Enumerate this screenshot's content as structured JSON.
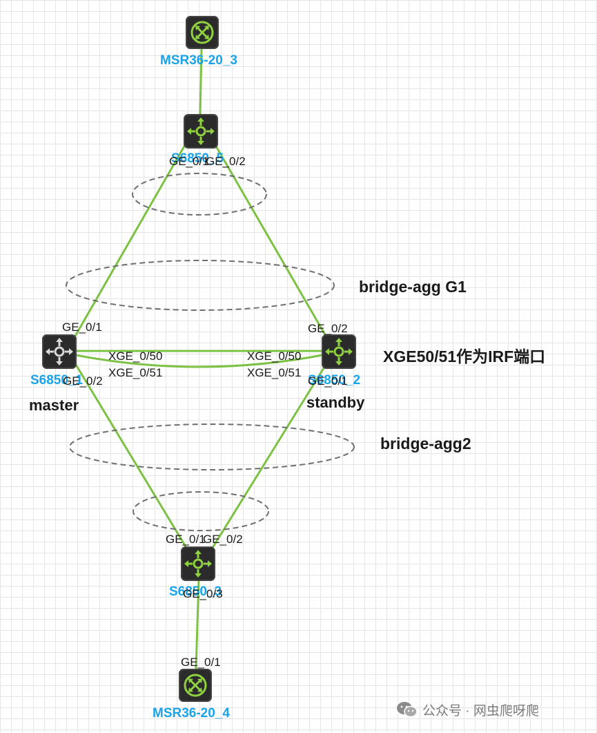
{
  "devices": {
    "msr_top": {
      "name": "MSR36-20_3",
      "role": ""
    },
    "s5": {
      "name": "S6850_5"
    },
    "s1": {
      "name": "S6850_1",
      "role": "master"
    },
    "s2": {
      "name": "S6850_2",
      "role": "standby"
    },
    "s3": {
      "name": "S6850_3"
    },
    "msr_bottom": {
      "name": "MSR36-20_4"
    }
  },
  "ports": {
    "s5_left": "GE_0/1",
    "s5_right": "GE_0/2",
    "s1_up": "GE_0/1",
    "s1_down": "GE_0/2",
    "s1_xge50": "XGE_0/50",
    "s1_xge51": "XGE_0/51",
    "s2_up": "GE_0/2",
    "s2_down": "GE_0/1",
    "s2_xge50": "XGE_0/50",
    "s2_xge51": "XGE_0/51",
    "s3_left": "GE_0/1",
    "s3_right": "GE_0/2",
    "s3_down": "GE_0/3",
    "msr_bottom_up": "GE_0/1"
  },
  "annotations": {
    "agg1": "bridge-agg G1",
    "irf": "XGE50/51作为IRF端口",
    "agg2": "bridge-agg2"
  },
  "watermark": {
    "text": "公众号 · 网虫爬呀爬"
  },
  "colors": {
    "link": "#7cc242",
    "device_name": "#1aa3e8",
    "icon_bg": "#2b2b2b",
    "icon_green": "#8fd13f",
    "icon_gray": "#d9d9d9",
    "ellipse": "#6e6e6e"
  }
}
